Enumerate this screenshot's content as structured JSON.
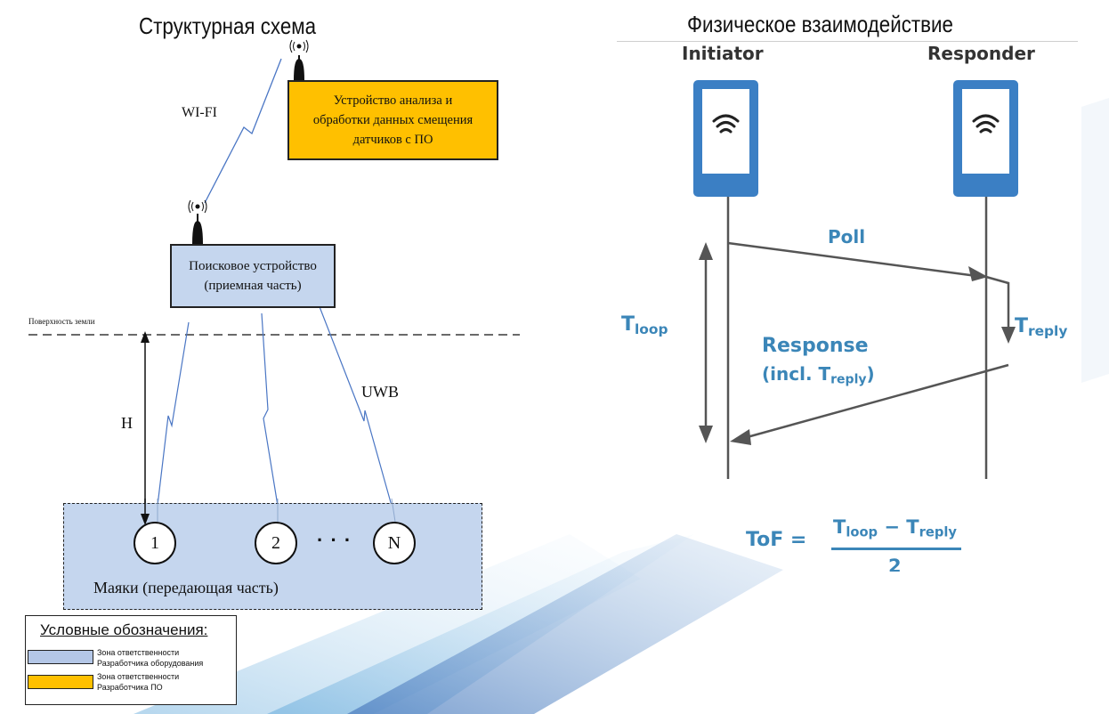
{
  "left_panel": {
    "title": "Структурная схема",
    "analysis_device": {
      "line1": "Устройство анализа и",
      "line2": "обработки данных смещения",
      "line3": "датчиков с ПО",
      "color": "#ffc000"
    },
    "wifi_label": "WI-FI",
    "search_device": {
      "line1": "Поисковое устройство",
      "line2": "(приемная часть)",
      "color": "#c5d6ee"
    },
    "ground_surface_label": "Поверхность земли",
    "height_label": "H",
    "uwb_label": "UWB",
    "beacons": {
      "items": [
        "1",
        "2",
        "N"
      ],
      "ellipsis": "· · ·",
      "zone_label": "Маяки (передающая часть)"
    },
    "legend": {
      "title": "Условные обозначения:",
      "items": [
        {
          "line1": "Зона ответственности",
          "line2": "Разработчика оборудования",
          "color": "#b4c7e7"
        },
        {
          "line1": "Зона ответственности",
          "line2": "Разработчика ПО",
          "color": "#ffc000"
        }
      ]
    }
  },
  "right_panel": {
    "title": "Физическое взаимодействие",
    "initiator_label": "Initiator",
    "responder_label": "Responder",
    "device_color": "#3b7fc4",
    "poll_label": "Poll",
    "response_label": "Response",
    "response_incl_prefix": "(incl. T",
    "response_incl_sub": "reply",
    "response_incl_suffix": ")",
    "tloop": {
      "main": "T",
      "sub": "loop"
    },
    "treply": {
      "main": "T",
      "sub": "reply"
    },
    "formula": {
      "lhs": "ToF =",
      "num_t1": "T",
      "num_sub1": "loop",
      "minus": " − ",
      "num_t2": "T",
      "num_sub2": "reply",
      "denominator": "2"
    }
  }
}
